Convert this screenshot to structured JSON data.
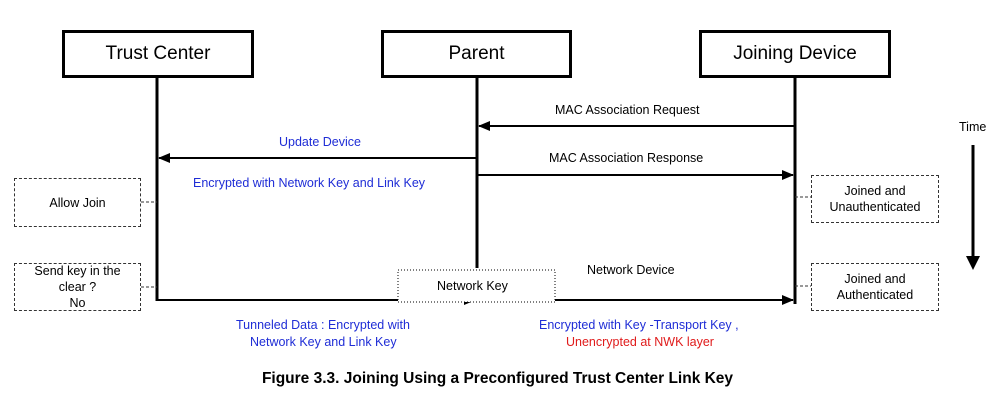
{
  "participants": {
    "trust_center": "Trust Center",
    "parent": "Parent",
    "joining_device": "Joining Device"
  },
  "messages": {
    "mac_assoc_request": "MAC Association Request",
    "update_device": "Update Device",
    "mac_assoc_response": "MAC Association Response",
    "update_device_note": "Encrypted with Network Key and Link Key",
    "network_device": "Network Device",
    "network_key": "Network Key",
    "tunneled_line1": "Tunneled Data   : Encrypted with",
    "tunneled_line2": "Network Key and Link Key",
    "transport_line1": "Encrypted with Key    -Transport Key    ,",
    "transport_line2": "Unencrypted at NWK layer"
  },
  "notes": {
    "allow_join": "Allow Join",
    "send_key_line1": "Send key in the",
    "send_key_line2": "clear ?",
    "send_key_line3": "No",
    "joined_unauth_line1": "Joined and",
    "joined_unauth_line2": "Unauthenticated",
    "joined_auth_line1": "Joined and",
    "joined_auth_line2": "Authenticated"
  },
  "time_label": "Time",
  "figure_caption": "Figure 3.3.  Joining Using a Preconfigured Trust Center Link Key",
  "colors": {
    "blue_text": "#1f2dd6",
    "red_text": "#e01b1b",
    "lines": "#000000"
  }
}
